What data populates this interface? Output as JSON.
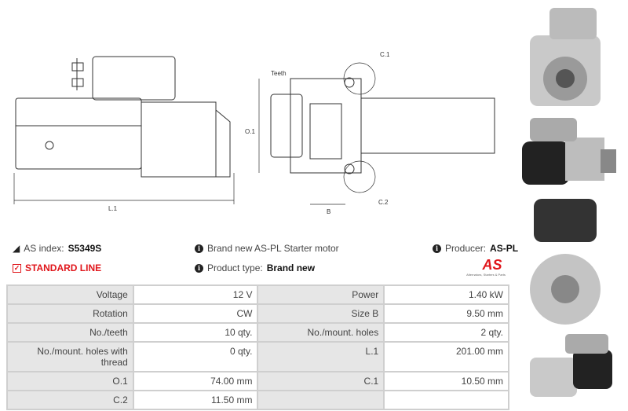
{
  "diagram": {
    "labels": {
      "l1": "L.1",
      "teeth": "Teeth",
      "o1": "O.1",
      "c1": "C.1",
      "c2": "C.2",
      "b": "B"
    }
  },
  "info": {
    "as_index_label": "AS index:",
    "as_index_value": "S5349S",
    "line": "STANDARD LINE",
    "description": "Brand new AS-PL Starter motor",
    "product_type_label": "Product type:",
    "product_type_value": "Brand new",
    "producer_label": "Producer:",
    "producer_value": "AS-PL",
    "logo_text": "AS",
    "logo_tagline": "Alternators, Starters & Parts"
  },
  "colors": {
    "accent": "#e0161b",
    "label_bg": "#e6e6e6",
    "border": "#cfcfcf"
  },
  "specs": [
    [
      {
        "label": "Voltage",
        "value": "12 V"
      },
      {
        "label": "Power",
        "value": "1.40 kW"
      }
    ],
    [
      {
        "label": "Rotation",
        "value": "CW"
      },
      {
        "label": "Size B",
        "value": "9.50 mm"
      }
    ],
    [
      {
        "label": "No./teeth",
        "value": "10 qty."
      },
      {
        "label": "No./mount. holes",
        "value": "2 qty."
      }
    ],
    [
      {
        "label": "No./mount. holes with thread",
        "value": "0 qty."
      },
      {
        "label": "L.1",
        "value": "201.00 mm"
      }
    ],
    [
      {
        "label": "O.1",
        "value": "74.00 mm"
      },
      {
        "label": "C.1",
        "value": "10.50 mm"
      }
    ],
    [
      {
        "label": "C.2",
        "value": "11.50 mm"
      },
      {
        "label": "",
        "value": ""
      }
    ]
  ]
}
